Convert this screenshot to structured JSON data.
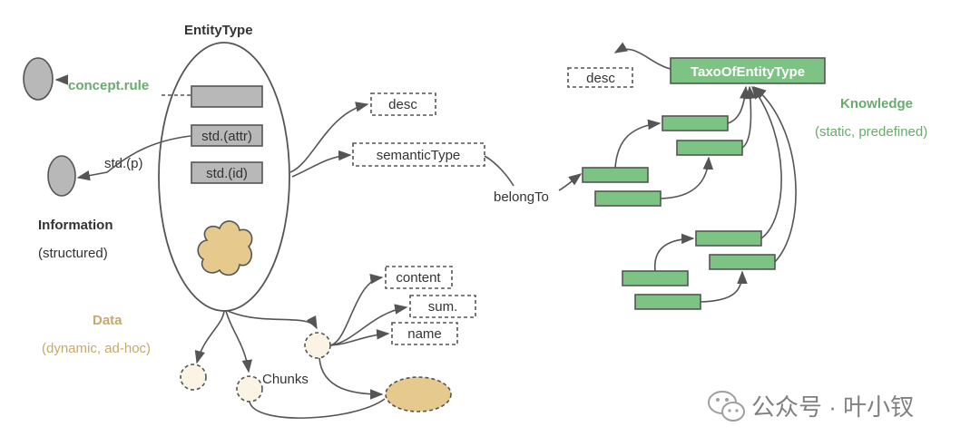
{
  "colors": {
    "green_fill": "#7dc383",
    "green_text": "#6aaa6e",
    "gray_fill": "#b8b8b8",
    "tan_fill": "#e6c98d",
    "cream_fill": "#fbf3e3",
    "line": "#555555"
  },
  "entity": {
    "title": "EntityType",
    "std_attr": "std.(attr)",
    "std_id": "std.(id)"
  },
  "left": {
    "concept_rule": "concept.rule",
    "std_p": "std.(p)",
    "information_title": "Information",
    "information_sub": "(structured)"
  },
  "data": {
    "title": "Data",
    "subtitle": "(dynamic, ad-hoc)",
    "chunks": "Chunks",
    "content": "content",
    "sum": "sum.",
    "name": "name"
  },
  "middle": {
    "desc": "desc",
    "semantic_type": "semanticType",
    "belong_to": "belongTo"
  },
  "knowledge": {
    "taxo": "TaxoOfEntityType",
    "desc": "desc",
    "title": "Knowledge",
    "subtitle": "(static, predefined)"
  },
  "watermark": {
    "icon": "wechat-icon",
    "text": "公众号 · 叶小钗"
  }
}
